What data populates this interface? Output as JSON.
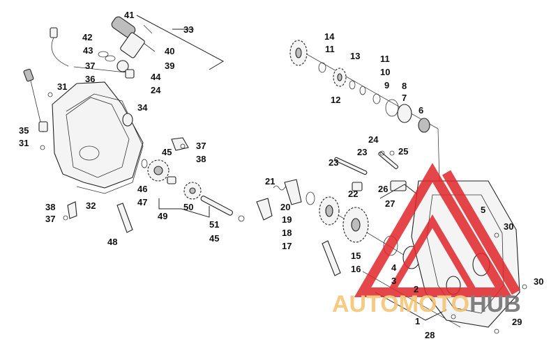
{
  "callouts": [
    {
      "id": "c41",
      "label": "41"
    },
    {
      "id": "c33",
      "label": "33"
    },
    {
      "id": "c42",
      "label": "42"
    },
    {
      "id": "c40",
      "label": "40"
    },
    {
      "id": "c43",
      "label": "43"
    },
    {
      "id": "c39",
      "label": "39"
    },
    {
      "id": "c37a",
      "label": "37"
    },
    {
      "id": "c36",
      "label": "36"
    },
    {
      "id": "c44",
      "label": "44"
    },
    {
      "id": "c31a",
      "label": "31"
    },
    {
      "id": "c24a",
      "label": "24"
    },
    {
      "id": "c34",
      "label": "34"
    },
    {
      "id": "c35",
      "label": "35"
    },
    {
      "id": "c31b",
      "label": "31"
    },
    {
      "id": "c37b",
      "label": "37"
    },
    {
      "id": "c45a",
      "label": "45"
    },
    {
      "id": "c38a",
      "label": "38"
    },
    {
      "id": "c46",
      "label": "46"
    },
    {
      "id": "c47",
      "label": "47"
    },
    {
      "id": "c50",
      "label": "50"
    },
    {
      "id": "c32",
      "label": "32"
    },
    {
      "id": "c38b",
      "label": "38"
    },
    {
      "id": "c49",
      "label": "49"
    },
    {
      "id": "c37c",
      "label": "37"
    },
    {
      "id": "c51",
      "label": "51"
    },
    {
      "id": "c45b",
      "label": "45"
    },
    {
      "id": "c48",
      "label": "48"
    },
    {
      "id": "c14",
      "label": "14"
    },
    {
      "id": "c11a",
      "label": "11"
    },
    {
      "id": "c13",
      "label": "13"
    },
    {
      "id": "c11b",
      "label": "11"
    },
    {
      "id": "c10",
      "label": "10"
    },
    {
      "id": "c9",
      "label": "9"
    },
    {
      "id": "c8",
      "label": "8"
    },
    {
      "id": "c12",
      "label": "12"
    },
    {
      "id": "c7",
      "label": "7"
    },
    {
      "id": "c6",
      "label": "6"
    },
    {
      "id": "c24b",
      "label": "24"
    },
    {
      "id": "c23a",
      "label": "23"
    },
    {
      "id": "c25",
      "label": "25"
    },
    {
      "id": "c23b",
      "label": "23"
    },
    {
      "id": "c21",
      "label": "21"
    },
    {
      "id": "c22",
      "label": "22"
    },
    {
      "id": "c26",
      "label": "26"
    },
    {
      "id": "c20",
      "label": "20"
    },
    {
      "id": "c27",
      "label": "27"
    },
    {
      "id": "c19",
      "label": "19"
    },
    {
      "id": "c5",
      "label": "5"
    },
    {
      "id": "c18",
      "label": "18"
    },
    {
      "id": "c30a",
      "label": "30"
    },
    {
      "id": "c17",
      "label": "17"
    },
    {
      "id": "c15",
      "label": "15"
    },
    {
      "id": "c4",
      "label": "4"
    },
    {
      "id": "c16",
      "label": "16"
    },
    {
      "id": "c3",
      "label": "3"
    },
    {
      "id": "c30b",
      "label": "30"
    },
    {
      "id": "c2",
      "label": "2"
    },
    {
      "id": "c1",
      "label": "1"
    },
    {
      "id": "c29",
      "label": "29"
    },
    {
      "id": "c28",
      "label": "28"
    }
  ],
  "watermark": {
    "part1": "AUTO",
    "part2": "MOTO",
    "part3": "HUB",
    "color_light": "#f5c16b",
    "color_dark": "#6b6b6b",
    "triangle_color": "#e0262b"
  }
}
